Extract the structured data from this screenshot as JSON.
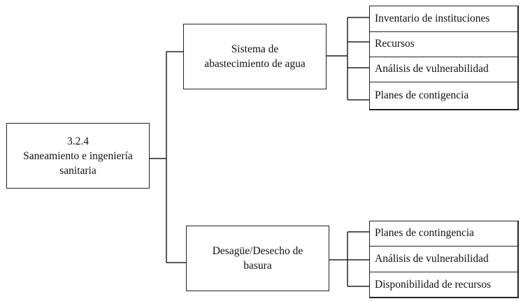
{
  "root": {
    "lines": [
      "3.2.4",
      "Saneamiento e ingeniería",
      "sanitaria"
    ]
  },
  "branches": [
    {
      "lines": [
        "Sistema de",
        "abastecimiento de agua"
      ],
      "items": [
        "Inventario de instituciones",
        "Recursos",
        "Análisis de vulnerabilidad",
        "Planes de contigencia"
      ]
    },
    {
      "lines": [
        "Desagüe/Desecho de",
        "basura"
      ],
      "items": [
        "Planes de contingencia",
        "Análisis de vulnerabilidad",
        "Disponibilidad de recursos"
      ]
    }
  ]
}
